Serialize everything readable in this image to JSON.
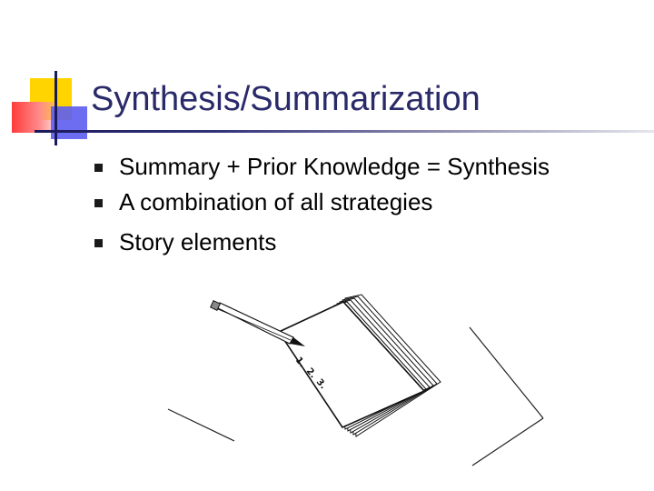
{
  "slide": {
    "title": "Synthesis/Summarization",
    "bullets": [
      {
        "text": "Summary + Prior Knowledge = Synthesis"
      },
      {
        "text": "A combination of all strategies"
      },
      {
        "text": "Story elements"
      }
    ]
  },
  "colors": {
    "title": "#2a2a6a",
    "accent_yellow": "#ffd400",
    "accent_red": "#ff3b3b",
    "accent_blue": "#5d5df0",
    "rule": "#1a1a5a"
  },
  "icons": {
    "logo": "colored-squares-logo-icon",
    "bullet": "square-bullet-icon",
    "clipart": "notebook-and-pencil-icon"
  },
  "clipart": {
    "notebook_list": [
      "1.",
      "2.",
      "3."
    ]
  }
}
